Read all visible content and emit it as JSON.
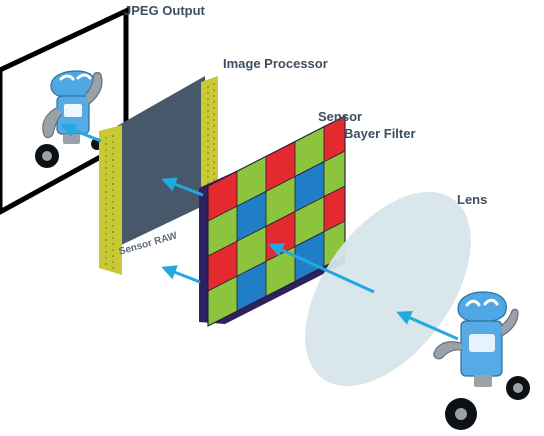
{
  "labels": {
    "jpeg_output": "JPEG Output",
    "image_processor": "Image Processor",
    "sensor": "Sensor",
    "bayer_filter": "Bayer Filter",
    "lens": "Lens",
    "sensor_raw": "Sensor RAW"
  },
  "colors": {
    "label_text": "#3f4e61",
    "arrow": "#24a8e0",
    "lens_fill": "#d7e5ea",
    "processor_panel": "#48586b",
    "processor_edge": "#c9c936",
    "sensor_back": "#2f2160",
    "filter_red": "#e52a2f",
    "filter_green": "#8cc53d",
    "filter_blue": "#1f7ec6",
    "robot_blue": "#4fa7e5",
    "robot_grey": "#9aa1a8"
  },
  "icons": {
    "jpeg_robot": "robot-icon",
    "scene_robot": "robot-icon"
  }
}
